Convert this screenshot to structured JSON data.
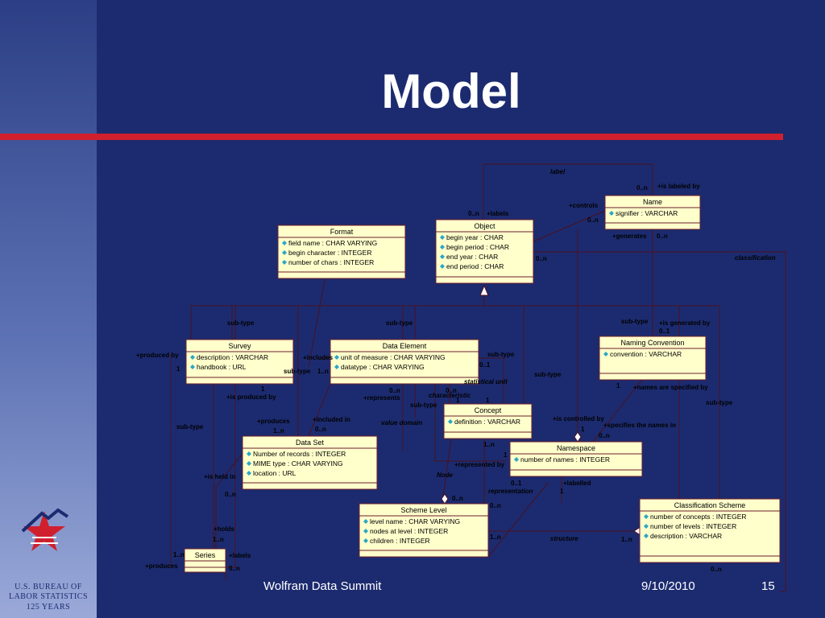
{
  "slide": {
    "title": "Model",
    "footer_left": "Wolfram Data Summit",
    "footer_date": "9/10/2010",
    "page_number": "15"
  },
  "logo": {
    "line1": "U.S. BUREAU OF",
    "line2": "LABOR STATISTICS",
    "line3": "125 YEARS"
  },
  "colors": {
    "background": "#1c2b6f",
    "accent_bar": "#d0202e",
    "class_fill": "#ffffcc",
    "connector": "#4a1020"
  },
  "classes": {
    "name": {
      "title": "Name",
      "attrs": [
        "signifier : VARCHAR"
      ]
    },
    "format": {
      "title": "Format",
      "attrs": [
        "field name : CHAR VARYING",
        "begin character : INTEGER",
        "number of chars : INTEGER"
      ]
    },
    "object": {
      "title": "Object",
      "attrs": [
        "begin year : CHAR",
        "begin period : CHAR",
        "end year : CHAR",
        "end period : CHAR"
      ]
    },
    "survey": {
      "title": "Survey",
      "attrs": [
        "description : VARCHAR",
        "handbook : URL"
      ]
    },
    "data_element": {
      "title": "Data Element",
      "attrs": [
        "unit of measure : CHAR VARYING",
        "datatype : CHAR VARYING"
      ]
    },
    "naming_convention": {
      "title": "Naming Convention",
      "attrs": [
        "convention : VARCHAR"
      ]
    },
    "concept": {
      "title": "Concept",
      "attrs": [
        "definition : VARCHAR"
      ]
    },
    "data_set": {
      "title": "Data Set",
      "attrs": [
        "Number of records : INTEGER",
        "MIME type : CHAR VARYING",
        "location : URL"
      ]
    },
    "namespace": {
      "title": "Namespace",
      "attrs": [
        "number of names : INTEGER"
      ]
    },
    "scheme_level": {
      "title": "Scheme Level",
      "attrs": [
        "level name : CHAR VARYING",
        "nodes at level : INTEGER",
        "children : INTEGER"
      ]
    },
    "classification_scheme": {
      "title": "Classification Scheme",
      "attrs": [
        "number of concepts : INTEGER",
        "number of levels : INTEGER",
        "description : VARCHAR"
      ]
    },
    "series": {
      "title": "Series",
      "attrs": []
    }
  },
  "labels": {
    "label": "label",
    "n1": "0..n",
    "is_labeled_by": "+is labeled by",
    "controls": "+controls",
    "n2": "0..n",
    "n3": "0..n",
    "labels_top": "+labels",
    "generates": "+generates",
    "n4": "0..n",
    "n5": "0..n",
    "classification": "classification",
    "subtype1": "sub-type",
    "subtype2": "sub-type",
    "subtype3": "sub-type",
    "is_generated_by": "+is generated by",
    "n01a": "0..1",
    "produced_by": "+produced by",
    "one1": "1",
    "includes": "+includes",
    "subtype4": "sub-type",
    "one_n1": "1..n",
    "subtype5": "sub-type",
    "subtype6": "sub-type",
    "statistical_unit": "statistical unit",
    "n01b": "0..1",
    "names_specified_by": "+names are specified by",
    "subtype7": "sub-type",
    "one2": "1",
    "is_produced_by": "+is produced by",
    "n6": "0..n",
    "represents": "+represents",
    "n7": "0..n",
    "characteristic": "characteristic",
    "one3": "1",
    "subtype8": "sub-type",
    "one4": "1",
    "produces": "+produces",
    "one_n2": "1..n",
    "included_in": "+included in",
    "n8": "0..n",
    "value_domain": "value domain",
    "is_controlled_by": "+is controlled by",
    "one5": "1",
    "specifies_names": "+specifies the names in",
    "n9": "0..n",
    "subtype9": "sub-type",
    "one_n3": "1..n",
    "one6": "1",
    "represented_by": "+represented by",
    "is_held_in": "+is held in",
    "node": "Node",
    "n01c": "0..1",
    "representation": "representation",
    "labelled": "+labelled",
    "one7": "1",
    "n10": "0..n",
    "n11": "0..n",
    "n12": "0..n",
    "holds": "+holds",
    "one_n4": "1..n",
    "one_n5": "1..n",
    "structure": "structure",
    "one_n6": "1..n",
    "one_n7": "1..n",
    "labels_bottom": "+labels",
    "produces2": "+produces",
    "n13": "0..n",
    "n14": "0..n"
  }
}
